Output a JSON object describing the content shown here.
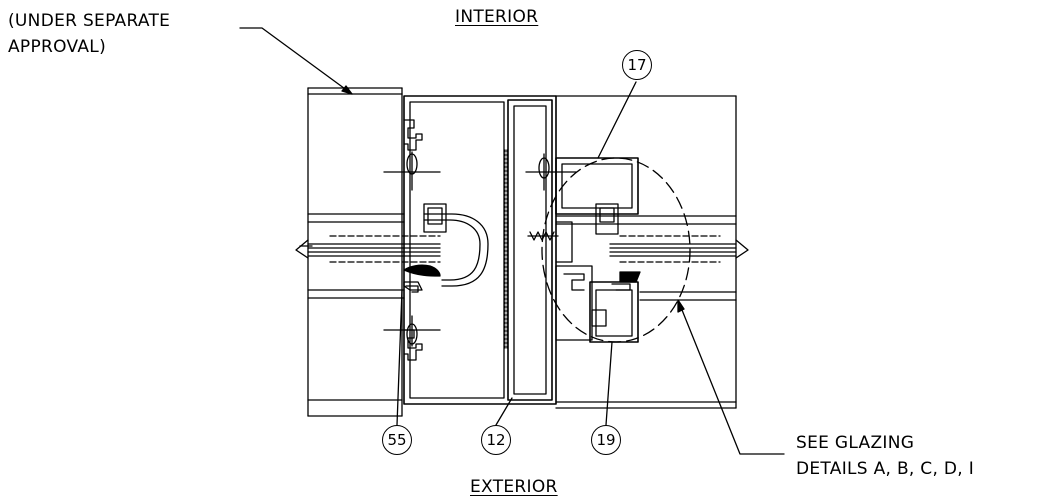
{
  "labels": {
    "interior": "INTERIOR",
    "exterior": "EXTERIOR",
    "separate_line1": "(UNDER SEPARATE",
    "separate_line2": "APPROVAL)",
    "glazing_line1": "SEE GLAZING",
    "glazing_line2": "DETAILS A, B, C, D, I"
  },
  "callouts": [
    "17",
    "55",
    "12",
    "19"
  ],
  "colors": {
    "ink": "#000000",
    "background": "#ffffff"
  }
}
